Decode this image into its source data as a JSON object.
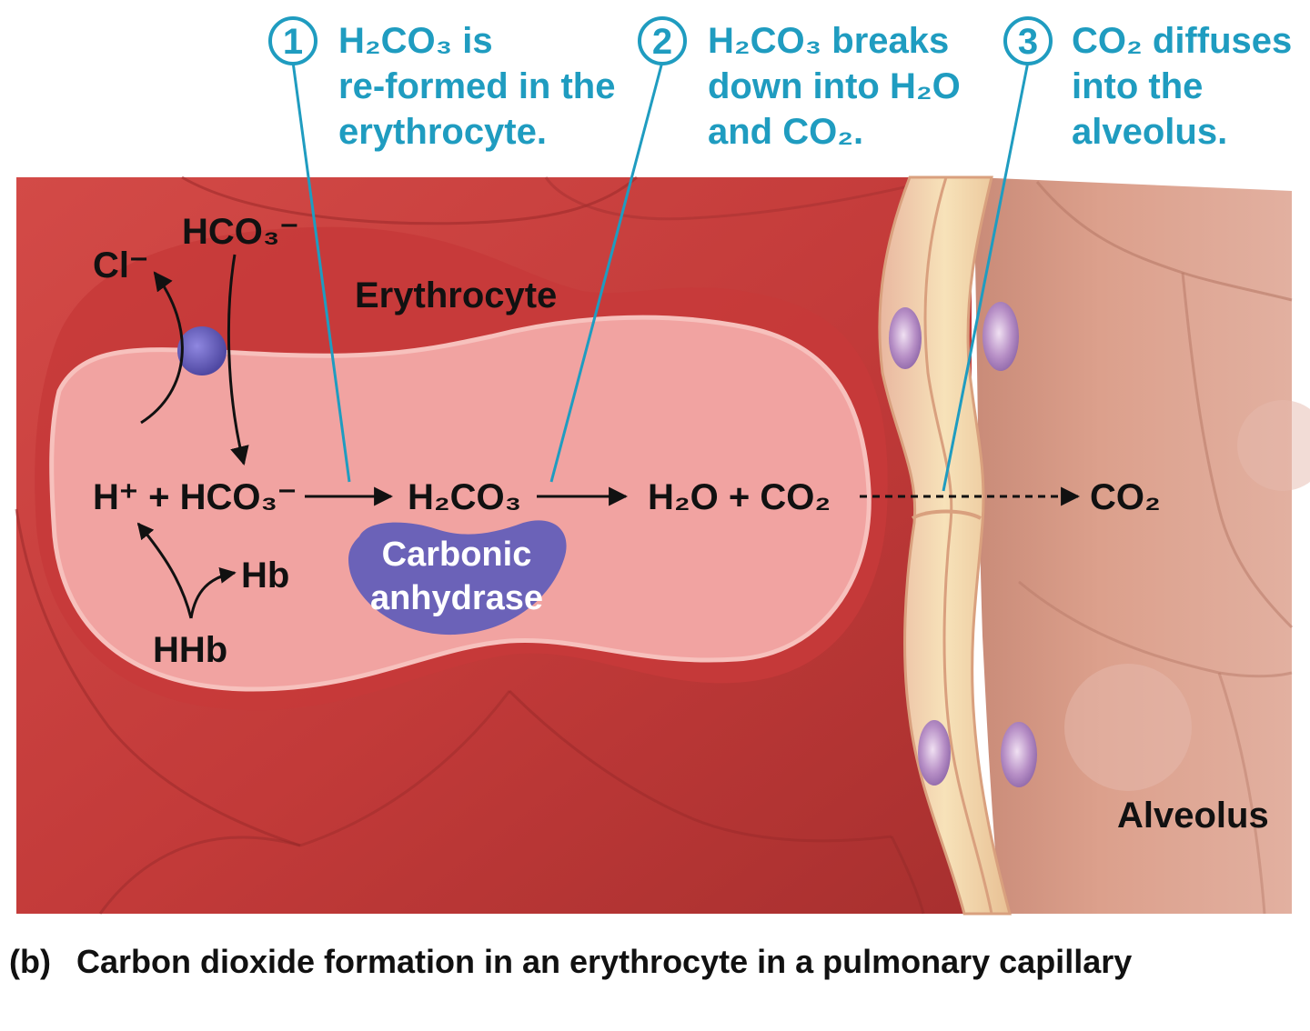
{
  "steps": [
    {
      "number": "1",
      "lines": [
        "H₂CO₃ is",
        "re-formed in the",
        "erythrocyte."
      ]
    },
    {
      "number": "2",
      "lines": [
        "H₂CO₃ breaks",
        "down into H₂O",
        "and CO₂."
      ]
    },
    {
      "number": "3",
      "lines": [
        "CO₂ diffuses",
        "into the",
        "alveolus."
      ]
    }
  ],
  "labels": {
    "erythrocyte": "Erythrocyte",
    "alveolus": "Alveolus",
    "enzyme_line1": "Carbonic",
    "enzyme_line2": "anhydrase"
  },
  "species": {
    "chloride": "Cl⁻",
    "bicarbonate_in": "HCO₃⁻",
    "reactants": "H⁺ + HCO₃⁻",
    "carbonic_acid": "H₂CO₃",
    "products": "H₂O + CO₂",
    "co2_alveolus": "CO₂",
    "hb": "Hb",
    "hhb": "HHb"
  },
  "caption": {
    "letter": "(b)",
    "text": "Carbon dioxide formation in an erythrocyte in a pulmonary capillary"
  },
  "colors": {
    "callout": "#1f9cc0",
    "tissue_red": "#c9403f",
    "cell_pink": "#f0a0a0",
    "enzyme_purple": "#6b62b8",
    "membrane": "#f3d6a6",
    "alveolus": "#d99a86"
  }
}
